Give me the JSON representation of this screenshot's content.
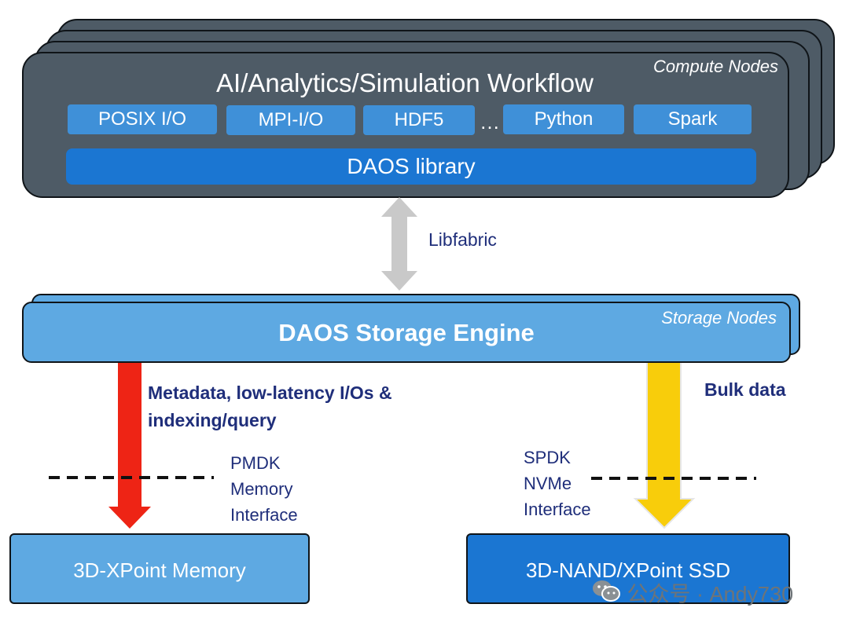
{
  "compute": {
    "label": "Compute Nodes",
    "title": "AI/Analytics/Simulation Workflow",
    "interfaces": [
      "POSIX I/O",
      "MPI-I/O",
      "HDF5",
      "Python",
      "Spark"
    ],
    "ellipsis": "…",
    "library": "DAOS library"
  },
  "link": {
    "label": "Libfabric"
  },
  "storage": {
    "label": "Storage Nodes",
    "engine": "DAOS Storage Engine"
  },
  "paths": {
    "left": {
      "description_line1": "Metadata, low-latency I/Os &",
      "description_line2": "indexing/query",
      "interface_lines": [
        "PMDK",
        "Memory",
        "Interface"
      ],
      "target": "3D-XPoint Memory",
      "arrow_color": "#ee2415"
    },
    "right": {
      "description": "Bulk data",
      "interface_lines": [
        "SPDK",
        "NVMe",
        "Interface"
      ],
      "target": "3D-NAND/XPoint SSD",
      "arrow_color": "#f8cd0b"
    }
  },
  "watermark": "公众号 · Andy730",
  "colors": {
    "compute_bg": "#4e5b66",
    "interface_box": "#3f90d8",
    "library_box": "#1b76d2",
    "storage_box": "#5ea9e2",
    "text_navy": "#1f2e7a"
  }
}
